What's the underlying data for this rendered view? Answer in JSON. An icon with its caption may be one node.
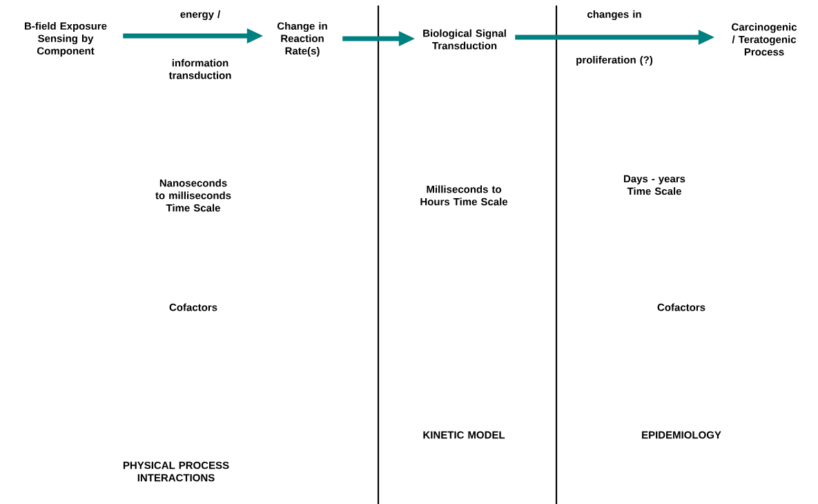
{
  "diagram": {
    "nodes": [
      {
        "text": [
          "B-field Exposure Sensing by Component"
        ]
      },
      {
        "text": [
          "Change in Reaction Rate(s)"
        ]
      },
      {
        "text": [
          "Biological Signal Transduction"
        ]
      },
      {
        "text": [
          "Carcinogenic / Teratogenic Process"
        ]
      }
    ],
    "edges": [
      {
        "from": 0,
        "to": 1,
        "arrow": "to"
      },
      {
        "from": 1,
        "to": 2,
        "arrow": "to"
      },
      {
        "from": 2,
        "to": 3,
        "arrow": "to"
      }
    ],
    "labels": [
      "energy /",
      "changes in",
      "information transduction",
      "proliferation (?)",
      "Nanoseconds to milliseconds Time Scale",
      "Milliseconds to Hours Time Scale",
      "Days - years Time Scale",
      "Cofactors",
      "Cofactors",
      "PHYSICAL PROCESS INTERACTIONS",
      "KINETIC MODEL",
      "EPIDEMIOLOGY"
    ]
  }
}
